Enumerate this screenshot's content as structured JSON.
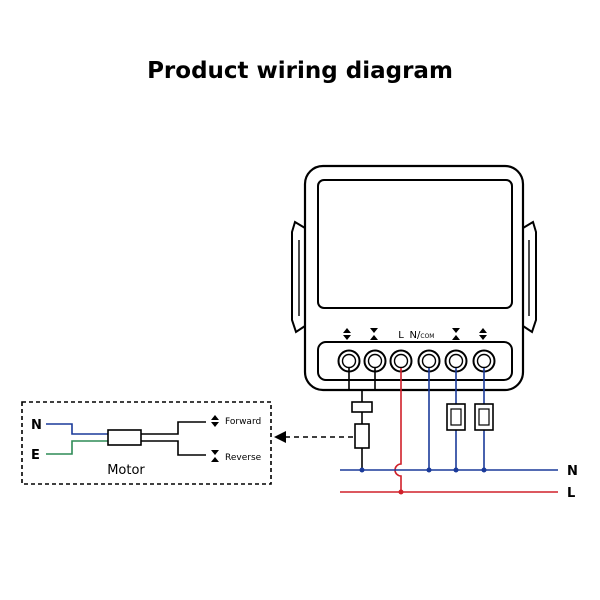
{
  "title": "Product wiring diagram",
  "terminals": {
    "t1": "",
    "t2": "",
    "l": "L",
    "n_com": "N/",
    "n_com_sub": "COM",
    "t5": "",
    "t6": ""
  },
  "motor": {
    "label": "Motor",
    "forward": "Forward",
    "reverse": "Reverse",
    "n_input": "N",
    "e_input": "E"
  },
  "rails": {
    "n": "N",
    "l": "L"
  },
  "colors": {
    "neutral_wire": "#1a3a9a",
    "live_wire": "#d0202a",
    "earth_wire": "#2e8b57",
    "outline": "#000000"
  }
}
